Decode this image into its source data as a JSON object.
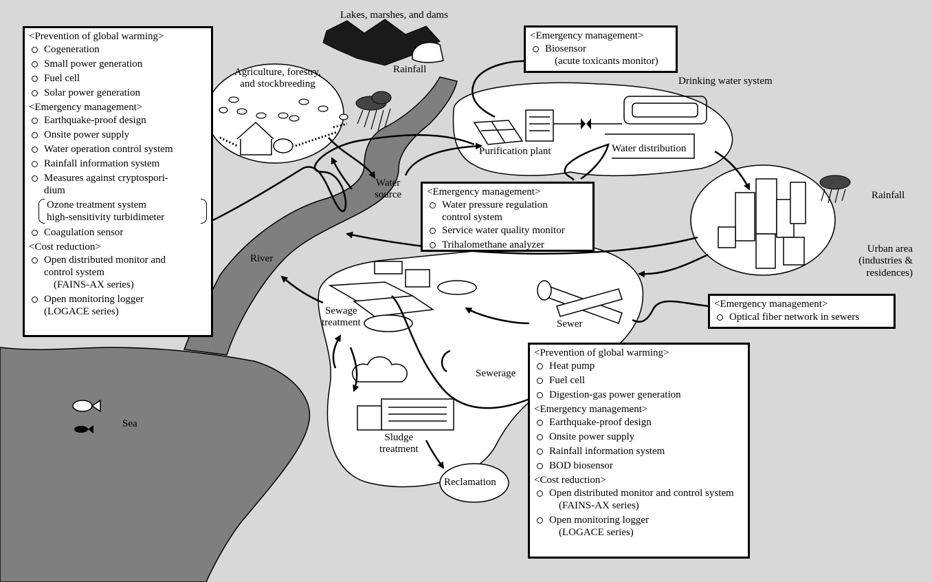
{
  "labels": {
    "lakes": "Lakes, marshes, and dams",
    "rainfall_top": "Rainfall",
    "agriculture_1": "Agriculture, forestry,",
    "agriculture_2": "and stockbreeding",
    "drinking_water_system": "Drinking water system",
    "purification_plant": "Purification plant",
    "water_distribution": "Water distribution",
    "water_source_1": "Water",
    "water_source_2": "source",
    "rainfall_right": "Rainfall",
    "urban_1": "Urban area",
    "urban_2": "(industries &",
    "urban_3": "residences)",
    "river": "River",
    "sewage_1": "Sewage",
    "sewage_2": "treatment",
    "sewer": "Sewer",
    "sewerage": "Sewerage",
    "sludge_1": "Sludge",
    "sludge_2": "treatment",
    "reclamation": "Reclamation",
    "sea": "Sea"
  },
  "left_box": {
    "h1": "<Prevention of global warming>",
    "g1": [
      "Cogeneration",
      "Small power generation",
      "Fuel cell",
      "Solar power generation"
    ],
    "h2": "<Emergency management>",
    "g2": [
      "Earthquake-proof design",
      "Onsite power supply",
      "Water operation control system",
      "Rainfall information system"
    ],
    "crypto_1": "Measures against cryptospori-",
    "crypto_2": "dium",
    "paren_1": "Ozone treatment system",
    "paren_2": "high-sensitivity turbidimeter",
    "coag": "Coagulation sensor",
    "h3": "<Cost reduction>",
    "c1_1": "Open distributed monitor and",
    "c1_2": "control system",
    "c1_3": "(FAINS-AX series)",
    "c2_1": "Open monitoring logger",
    "c2_2": "(LOGACE series)"
  },
  "top_box": {
    "h": "<Emergency management>",
    "i1": "Biosensor",
    "i2": "(acute toxicants monitor)"
  },
  "mid_box": {
    "h": "<Emergency management>",
    "i1_1": "Water pressure regulation",
    "i1_2": "control system",
    "i2": "Service water quality monitor",
    "i3": "Trihalomethane analyzer"
  },
  "right_box": {
    "h": "<Emergency management>",
    "i1": "Optical fiber network in sewers"
  },
  "bottom_box": {
    "h1": "<Prevention of global warming>",
    "g1": [
      "Heat pump",
      "Fuel cell",
      "Digestion-gas power generation"
    ],
    "h2": "<Emergency management>",
    "g2": [
      "Earthquake-proof design",
      "Onsite power supply",
      "Rainfall information system",
      "BOD biosensor"
    ],
    "h3": "<Cost reduction>",
    "c1_1": "Open distributed monitor and control system",
    "c1_2": "(FAINS-AX series)",
    "c2_1": "Open monitoring logger",
    "c2_2": "(LOGACE series)"
  }
}
